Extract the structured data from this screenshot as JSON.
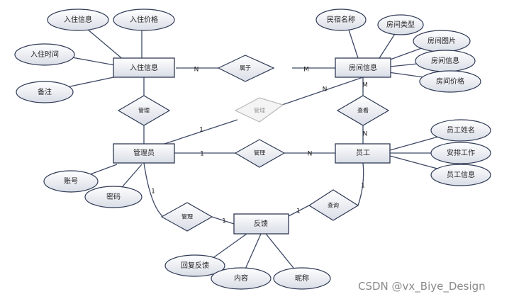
{
  "entities": {
    "checkin": "入住信息",
    "room": "房间信息",
    "admin": "管理员",
    "staff": "员工",
    "feedback": "反馈"
  },
  "attributes": {
    "checkin_info": "入住信息",
    "checkin_price": "入住价格",
    "checkin_time": "入住时间",
    "remark": "备注",
    "homestay_name": "民宿名称",
    "room_type": "房间类型",
    "room_image": "房间图片",
    "room_info": "房间信息",
    "room_price": "房间价格",
    "staff_name": "员工姓名",
    "arrange_work": "安排工作",
    "staff_info": "员工信息",
    "account": "账号",
    "password": "密码",
    "reply_feedback": "回复反馈",
    "content": "内容",
    "nickname": "昵称"
  },
  "relationships": {
    "belongs": "属于",
    "manage_checkin": "管理",
    "manage_room": "管理",
    "view": "查看",
    "manage_staff": "管理",
    "manage_feedback": "管理",
    "query": "查询"
  },
  "cardinalities": {
    "checkin_belongs": "N",
    "belongs_room": "M",
    "room_manage": "N",
    "manage_admin": "1",
    "admin_manage_staff": "1",
    "manage_staff_n": "N",
    "room_view": "M",
    "view_staff": "N",
    "admin_fb": "1",
    "manage_fb": "1",
    "fb_query": "1",
    "query_staff": "1"
  },
  "watermark": "CSDN @vx_Biye_Design",
  "colors": {
    "fill_top": "#ffffff",
    "fill_bottom": "#d9dde6",
    "stroke": "#2f3a55"
  }
}
